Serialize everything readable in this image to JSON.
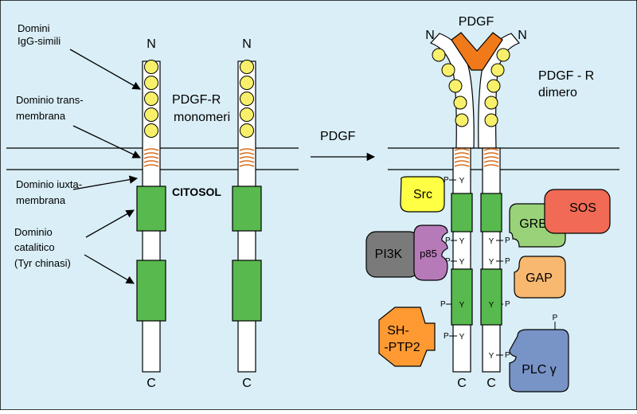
{
  "labels": {
    "domini_igg_1": "Domini",
    "domini_igg_2": "IgG-simili",
    "transmembrane_1": "Dominio trans-",
    "transmembrane_2": "membrana",
    "juxta_1": "Dominio  iuxta-",
    "juxta_2": "membrana",
    "catalytic_1": "Dominio",
    "catalytic_2": "catalitico",
    "catalytic_3": "(Tyr chinasi)",
    "monomer_1": "PDGF-R",
    "monomer_2": "monomeri",
    "cytosol": "CITOSOL",
    "arrow_label": "PDGF",
    "pdgf_ligand": "PDGF",
    "dimer_1": "PDGF - R",
    "dimer_2": "dimero",
    "n_term": "N",
    "c_term": "C",
    "p": "P",
    "y": "Y"
  },
  "proteins": {
    "src": "Src",
    "pi3k": "PI3K",
    "p85": "p85",
    "grb2": "GRB2",
    "sos": "SOS",
    "gap": "GAP",
    "shptp2_1": "SH-",
    "shptp2_2": "-PTP2",
    "plc": "PLC γ"
  },
  "colors": {
    "background": "#d9eef6",
    "kinase_green": "#58b94e",
    "igg_yellow": "#f8f06a",
    "src_yellow": "#ffff44",
    "pi3k_gray": "#7a7a7a",
    "p85_purple": "#b77ab8",
    "grb2_green": "#9ad27a",
    "sos_red": "#f06a55",
    "gap_orange": "#f8b870",
    "shptp2_orange": "#ff9a33",
    "plc_blue": "#7893c6",
    "pdgf_orange": "#f07a1a",
    "helix_orange": "#d86e1e"
  }
}
